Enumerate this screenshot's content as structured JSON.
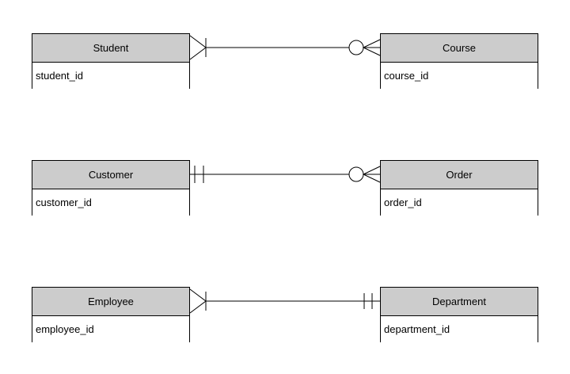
{
  "diagram": {
    "type": "entity-relationship",
    "notation": "crows-foot",
    "colors": {
      "background": "#ffffff",
      "entity_header_fill": "#cccccc",
      "entity_body_fill": "#ffffff",
      "border": "#000000",
      "text": "#000000"
    },
    "entities": [
      {
        "name": "Student",
        "attribute": "student_id"
      },
      {
        "name": "Course",
        "attribute": "course_id"
      },
      {
        "name": "Customer",
        "attribute": "customer_id"
      },
      {
        "name": "Order",
        "attribute": "order_id"
      },
      {
        "name": "Employee",
        "attribute": "employee_id"
      },
      {
        "name": "Department",
        "attribute": "department_id"
      }
    ],
    "relationships": [
      {
        "from": "Student",
        "to": "Course",
        "from_end": "one-or-many",
        "to_end": "zero-or-many"
      },
      {
        "from": "Customer",
        "to": "Order",
        "from_end": "exactly-one",
        "to_end": "zero-or-many"
      },
      {
        "from": "Employee",
        "to": "Department",
        "from_end": "one-or-many",
        "to_end": "exactly-one"
      }
    ]
  }
}
